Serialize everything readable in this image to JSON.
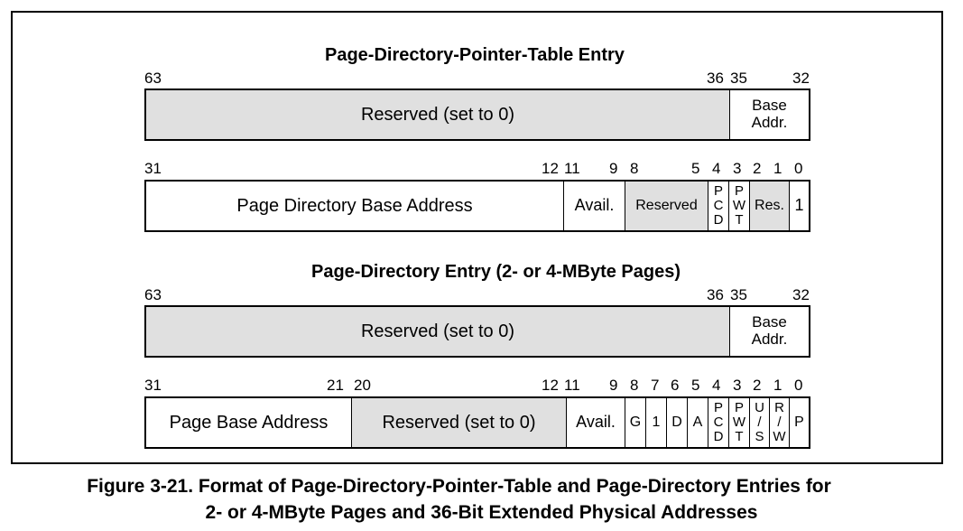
{
  "figure": {
    "caption_line1": "Figure 3-21.  Format of Page-Directory-Pointer-Table and Page-Directory Entries for",
    "caption_line2": "2- or 4-MByte Pages and 36-Bit Extended Physical Addresses"
  },
  "pdpte": {
    "title": "Page-Directory-Pointer-Table Entry",
    "upper": {
      "bits": [
        "63",
        "36",
        "35",
        "32"
      ],
      "fields": [
        "Reserved (set to 0)",
        "Base\nAddr."
      ]
    },
    "lower": {
      "bits": [
        "31",
        "12",
        "11",
        "9",
        "8",
        "5",
        "4",
        "3",
        "2",
        "1",
        "0"
      ],
      "fields": [
        "Page Directory Base Address",
        "Avail.",
        "Reserved",
        "P\nC\nD",
        "P\nW\nT",
        "Res.",
        "1"
      ]
    }
  },
  "pde": {
    "title": "Page-Directory Entry (2- or 4-MByte Pages)",
    "upper": {
      "bits": [
        "63",
        "36",
        "35",
        "32"
      ],
      "fields": [
        "Reserved (set to 0)",
        "Base\nAddr."
      ]
    },
    "lower": {
      "bits": [
        "31",
        "21",
        "20",
        "12",
        "11",
        "9",
        "8",
        "7",
        "6",
        "5",
        "4",
        "3",
        "2",
        "1",
        "0"
      ],
      "fields": [
        "Page Base Address",
        "Reserved (set to 0)",
        "Avail.",
        "G",
        "1",
        "D",
        "A",
        "P\nC\nD",
        "P\nW\nT",
        "U\n/\nS",
        "R\n/\nW",
        "P"
      ]
    }
  }
}
